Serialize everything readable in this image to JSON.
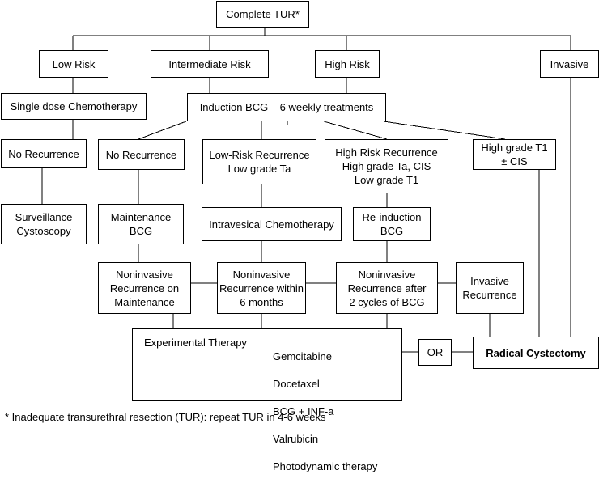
{
  "nodes": {
    "complete_tur": "Complete TUR*",
    "low_risk": "Low Risk",
    "intermediate_risk": "Intermediate Risk",
    "high_risk": "High Risk",
    "invasive": "Invasive",
    "single_dose": "Single dose Chemotherapy",
    "induction_bcg": "Induction BCG – 6 weekly treatments",
    "no_recurrence_left": "No Recurrence",
    "no_recurrence_bcg": "No Recurrence",
    "low_risk_recurrence": "Low-Risk Recurrence\nLow grade Ta",
    "high_risk_recurrence": "High Risk Recurrence\nHigh grade Ta, CIS\nLow grade T1",
    "high_grade_t1": "High grade T1\n± CIS",
    "surveillance": "Surveillance\nCystoscopy",
    "maintenance_bcg": "Maintenance\nBCG",
    "intravesical_chemo": "Intravesical Chemotherapy",
    "reinduction_bcg": "Re-induction BCG",
    "noninvasive_maintenance": "Noninvasive\nRecurrence on\nMaintenance",
    "noninvasive_6months": "Noninvasive\nRecurrence within\n6 months",
    "noninvasive_2cycles": "Noninvasive\nRecurrence after\n2 cycles of BCG",
    "invasive_recurrence": "Invasive\nRecurrence",
    "or": "OR",
    "radical_cystectomy": "Radical Cystectomy"
  },
  "experimental": {
    "heading": "Experimental Therapy",
    "options": [
      "Gemcitabine",
      "Docetaxel",
      "BCG + INF-a",
      "Valrubicin",
      "Photodynamic therapy"
    ]
  },
  "footnote": "* Inadequate transurethral resection (TUR): repeat TUR in 4-6 weeks"
}
